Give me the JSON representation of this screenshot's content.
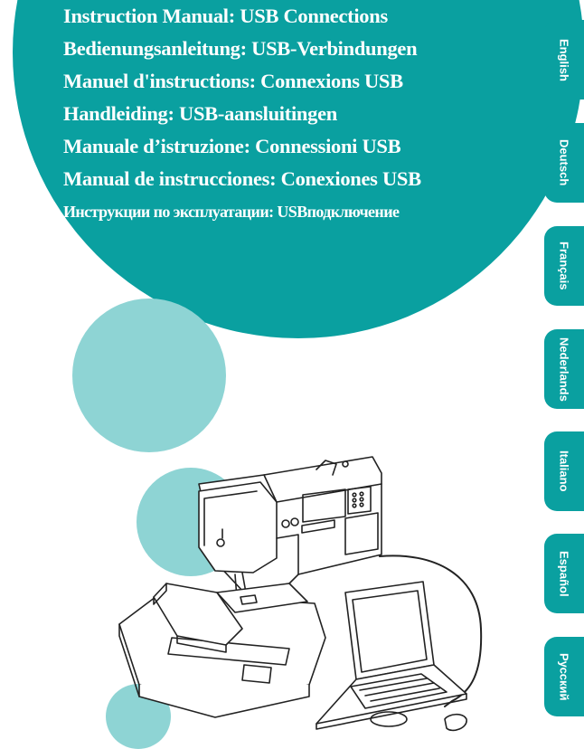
{
  "titles": [
    "Instruction Manual: USB Connections",
    "Bedienungsanleitung: USB-Verbindungen",
    "Manuel d'instructions: Connexions USB",
    "Handleiding: USB-aansluitingen",
    "Manuale d’istruzione: Connessioni USB",
    "Manual de instrucciones: Conexiones USB",
    "Инструкции по эксплуатации: USBподключение"
  ],
  "language_tabs": [
    "English",
    "Deutsch",
    "Français",
    "Nederlands",
    "Italiano",
    "Español",
    "Русский"
  ],
  "colors": {
    "accent": "#0aa0a0",
    "accent_light": "#8ed4d4",
    "text_on_accent": "#ffffff"
  },
  "illustration": {
    "subject": "sewing-machine-with-embroidery-unit-connected-to-laptop",
    "icon": "sewing-machine-laptop-usb-illustration"
  }
}
